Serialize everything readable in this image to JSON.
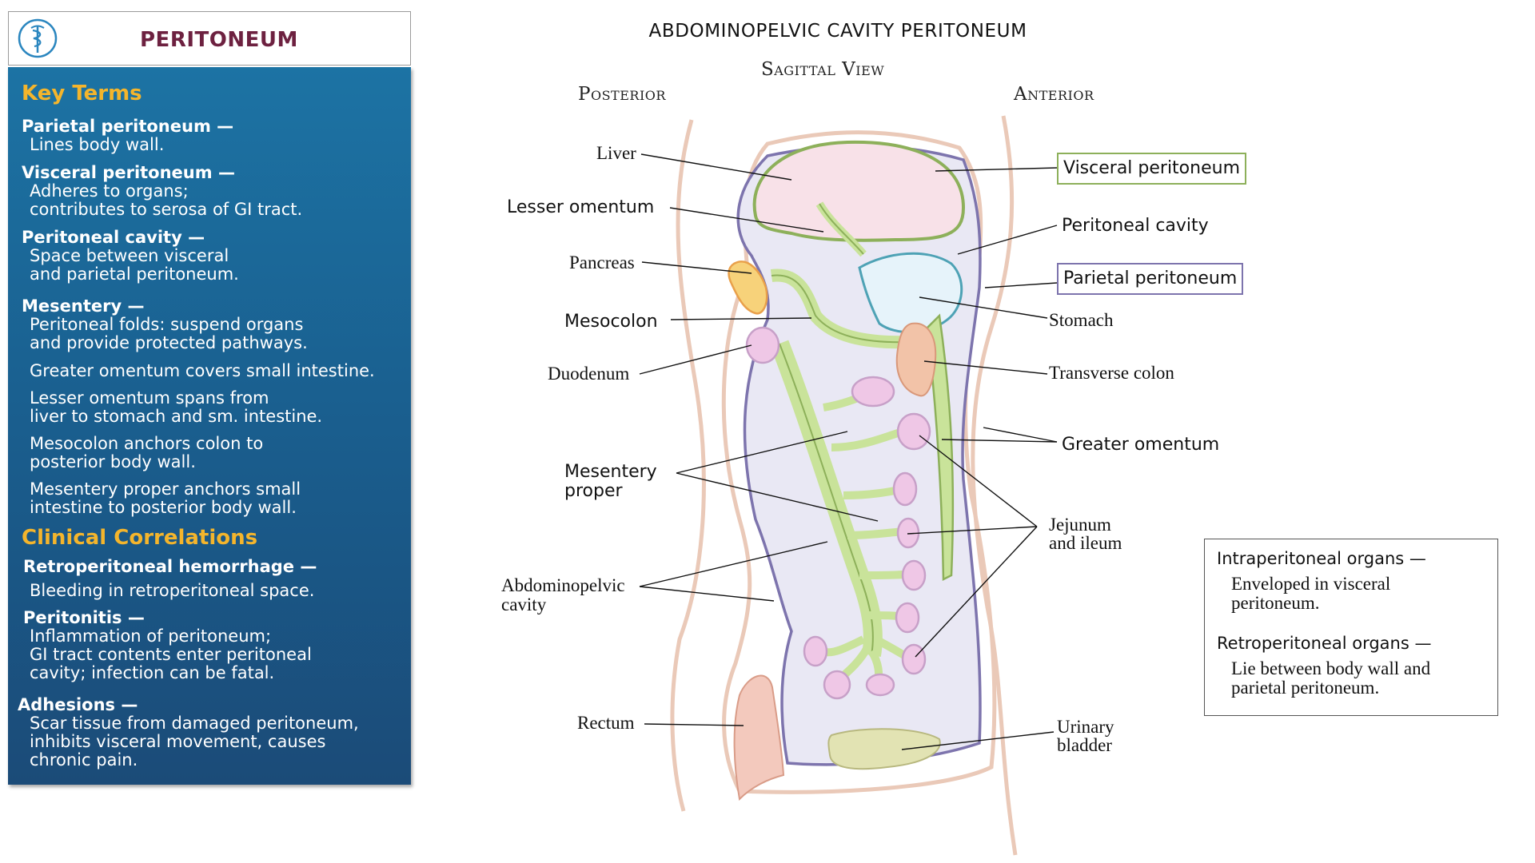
{
  "header": {
    "title": "PERITONEUM"
  },
  "panel": {
    "key_terms_title": "Key Terms",
    "terms": [
      {
        "term": "Parietal peritoneum —",
        "lines": [
          "Lines body wall."
        ]
      },
      {
        "term": "Visceral peritoneum —",
        "lines": [
          "Adheres to organs;",
          "contributes to serosa of GI tract."
        ]
      },
      {
        "term": "Peritoneal cavity —",
        "lines": [
          "Space between visceral",
          "and parietal peritoneum."
        ]
      },
      {
        "term": "Mesentery —",
        "lines": [
          "Peritoneal folds: suspend organs",
          "and provide protected pathways."
        ]
      }
    ],
    "mesentery_notes": [
      [
        "Greater omentum covers small intestine."
      ],
      [
        "Lesser omentum spans from",
        "liver to stomach and sm. intestine."
      ],
      [
        "Mesocolon anchors colon to",
        "posterior body wall."
      ],
      [
        "Mesentery proper anchors small",
        "intestine to posterior body wall."
      ]
    ],
    "clinical_title": "Clinical Correlations",
    "clinical": [
      {
        "term": "Retroperitoneal hemorrhage —",
        "lines": [
          "Bleeding in retroperitoneal space."
        ]
      },
      {
        "term": "Peritonitis —",
        "lines": [
          "Inflammation of peritoneum;",
          "GI tract contents enter peritoneal",
          "cavity; infection can be fatal."
        ]
      },
      {
        "term": "Adhesions —",
        "lines": [
          "Scar tissue from damaged peritoneum,",
          "inhibits visceral movement, causes",
          "chronic pain."
        ]
      }
    ]
  },
  "diagram": {
    "title": "ABDOMINOPELVIC CAVITY PERITONEUM",
    "view": "Sagittal View",
    "posterior": "Posterior",
    "anterior": "Anterior",
    "labels": {
      "liver": "Liver",
      "lesser_omentum": "Lesser omentum",
      "pancreas": "Pancreas",
      "mesocolon": "Mesocolon",
      "duodenum": "Duodenum",
      "mesentery_proper_1": "Mesentery",
      "mesentery_proper_2": "proper",
      "abdominopelvic_1": "Abdominopelvic",
      "abdominopelvic_2": "cavity",
      "rectum": "Rectum",
      "visceral_peritoneum": "Visceral peritoneum",
      "peritoneal_cavity": "Peritoneal cavity",
      "parietal_peritoneum": "Parietal peritoneum",
      "stomach": "Stomach",
      "transverse_colon": "Transverse colon",
      "greater_omentum": "Greater omentum",
      "jejunum_1": "Jejunum",
      "jejunum_2": "and ileum",
      "bladder_1": "Urinary",
      "bladder_2": "bladder"
    },
    "colors": {
      "visceral_border": "#8db05a",
      "parietal_border": "#7d74ad",
      "mesentery_fill": "#c9e39a",
      "cavity_fill": "#e9e8f4",
      "body_outline": "#eac9b8"
    }
  },
  "legend": {
    "intra_term": "Intraperitoneal organs —",
    "intra_def": [
      "Enveloped in visceral",
      "peritoneum."
    ],
    "retro_term": "Retroperitoneal organs —",
    "retro_def": [
      "Lie between body wall and",
      "parietal peritoneum."
    ]
  }
}
